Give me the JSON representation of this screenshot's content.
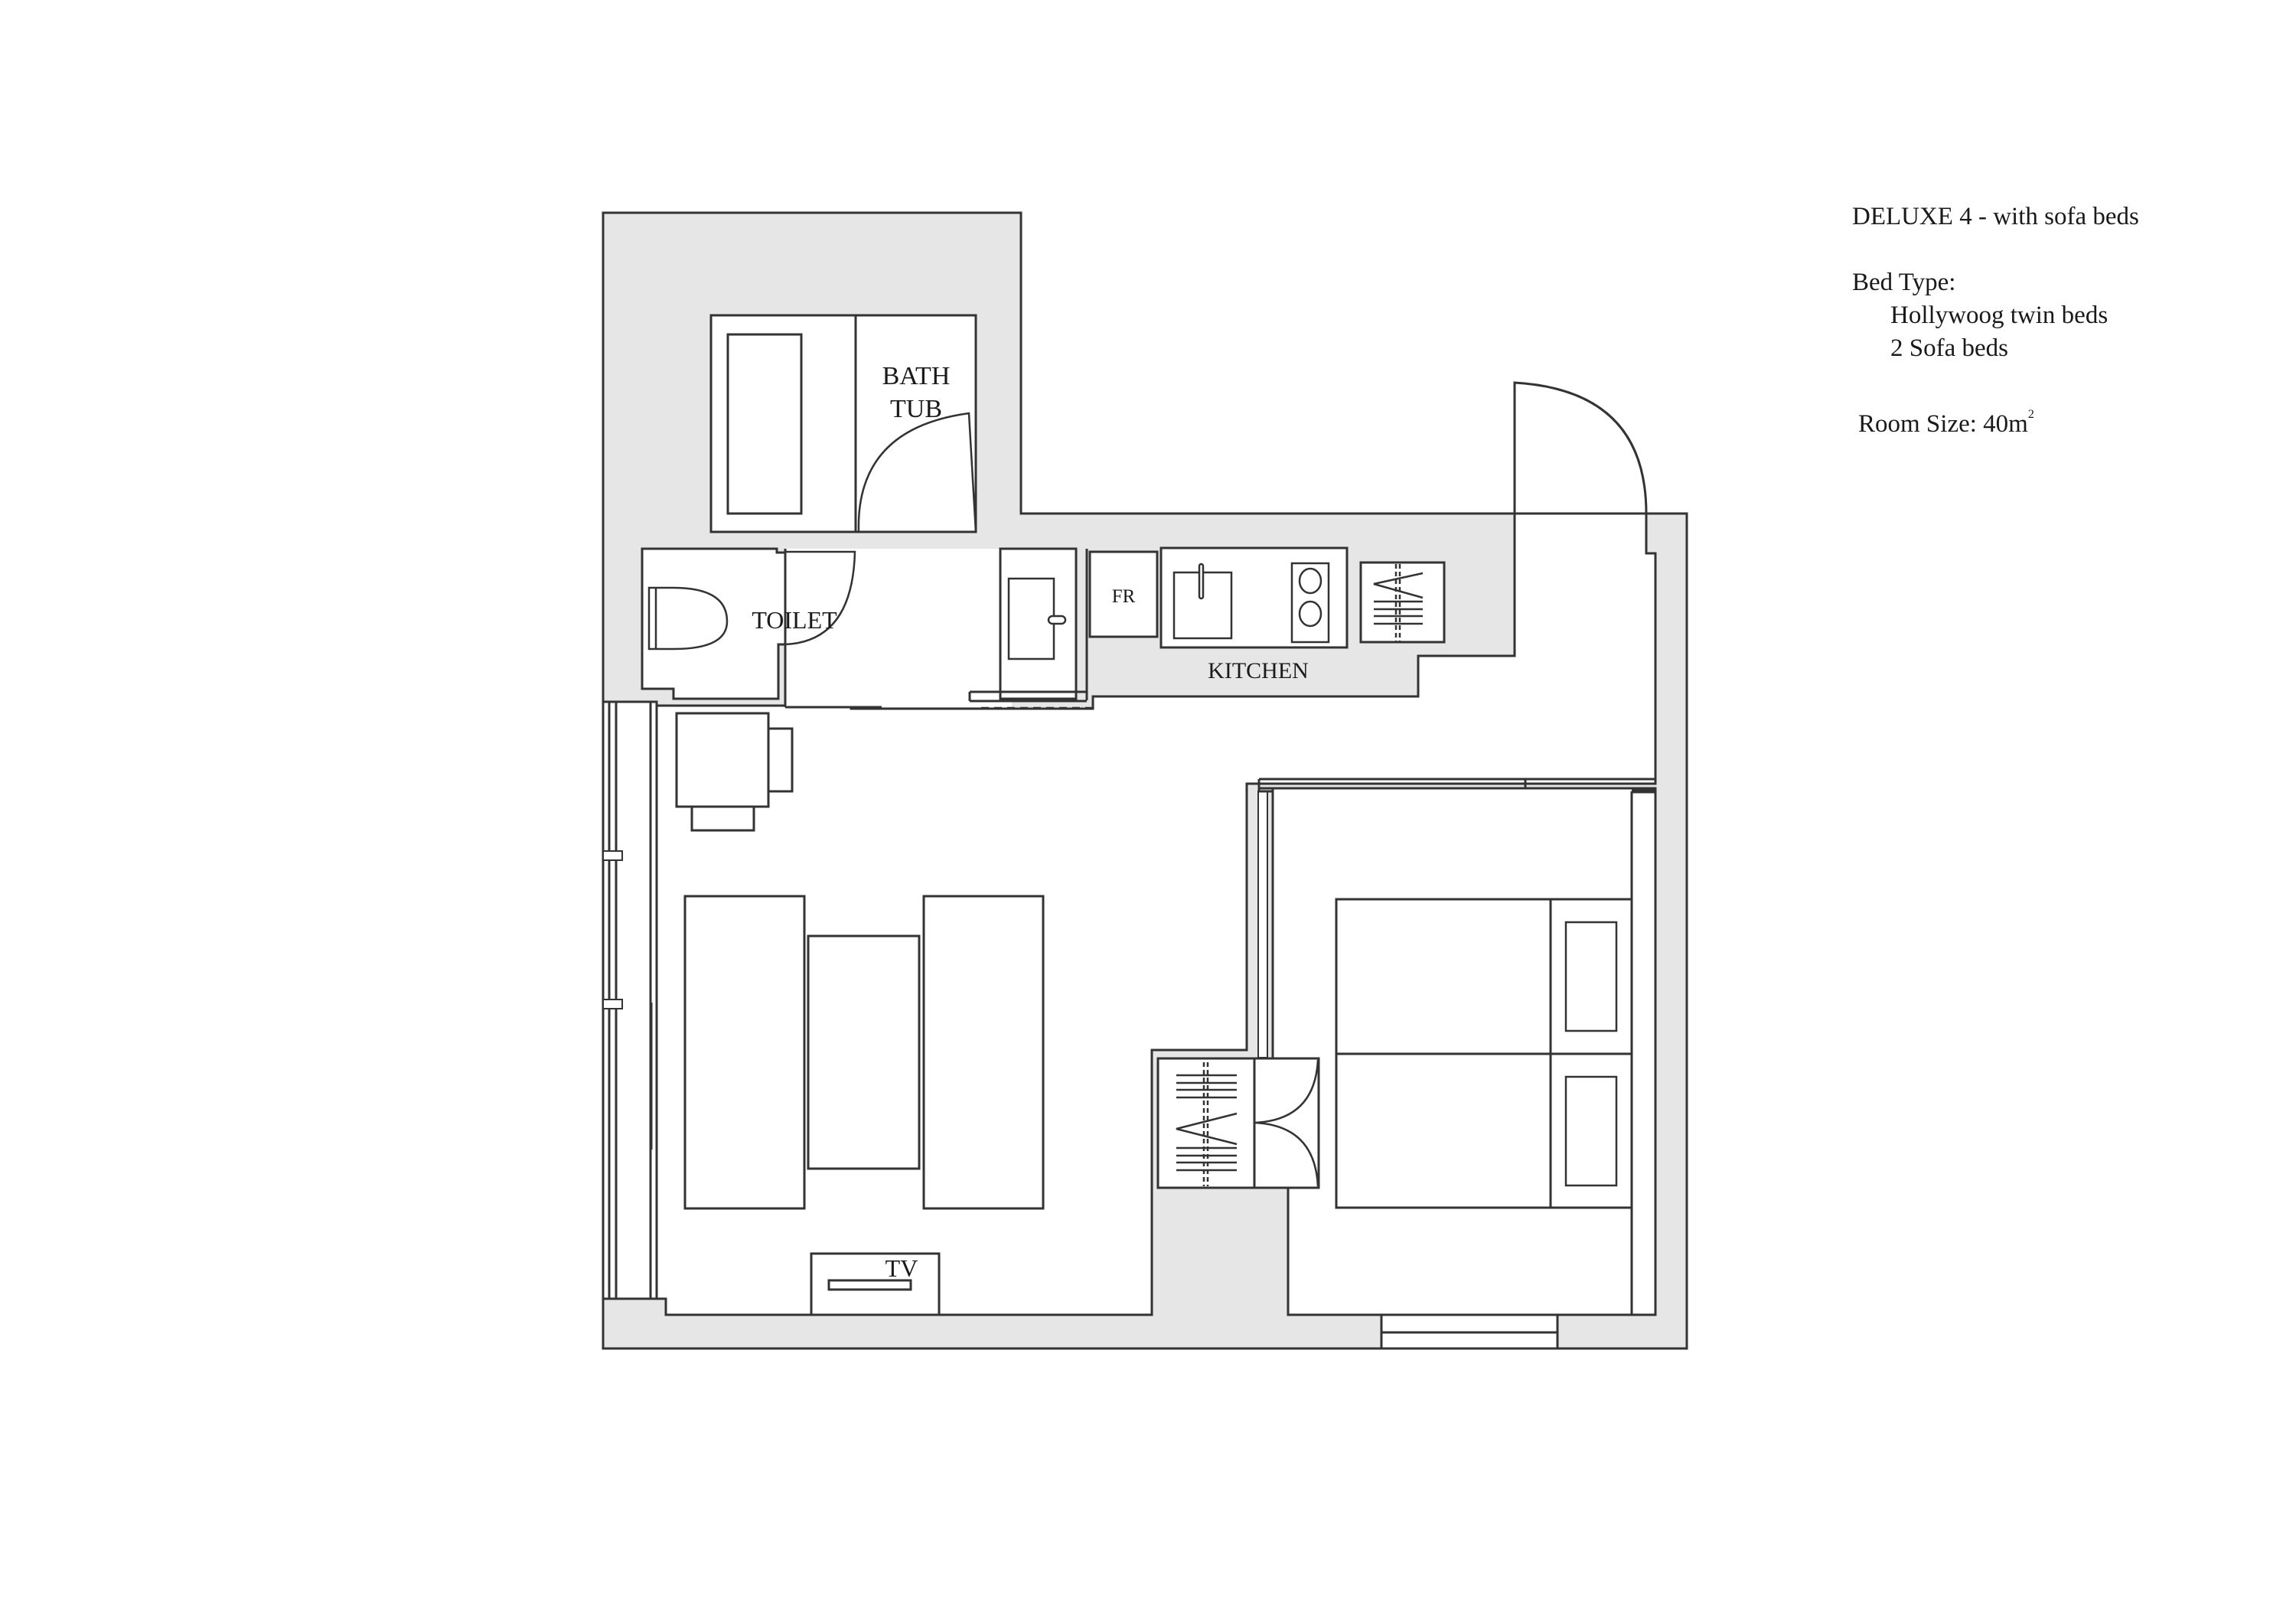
{
  "info": {
    "title": "DELUXE 4 - with sofa beds",
    "bed_type_label": "Bed Type:",
    "bed_types": [
      "Hollywoog twin beds",
      "2 Sofa beds"
    ],
    "room_size_label": "Room Size: 40m",
    "room_size_unit_sup": "2"
  },
  "labels": {
    "bathtub_line1": "BATH",
    "bathtub_line2": "TUB",
    "toilet": "TOILET",
    "fridge": "FR",
    "kitchen": "KITCHEN",
    "tv": "TV"
  },
  "colors": {
    "wall_fill": "#e6e6e6",
    "line": "#333333",
    "background": "#ffffff"
  }
}
